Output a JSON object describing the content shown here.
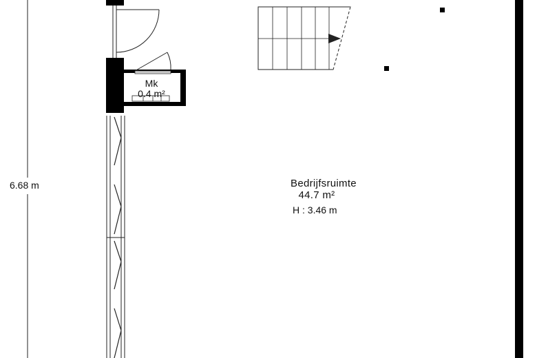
{
  "dimension": {
    "label": "6.68 m"
  },
  "rooms": {
    "main": {
      "name": "Bedrijfsruimte",
      "area": "44.7 m²",
      "height": "H : 3.46 m"
    },
    "closet": {
      "name": "Mk",
      "area": "0.4 m²"
    }
  },
  "colors": {
    "wall": "#000000",
    "line": "#222222",
    "background": "#ffffff"
  },
  "icons": {
    "stair_arrow": "arrow-right-icon"
  }
}
